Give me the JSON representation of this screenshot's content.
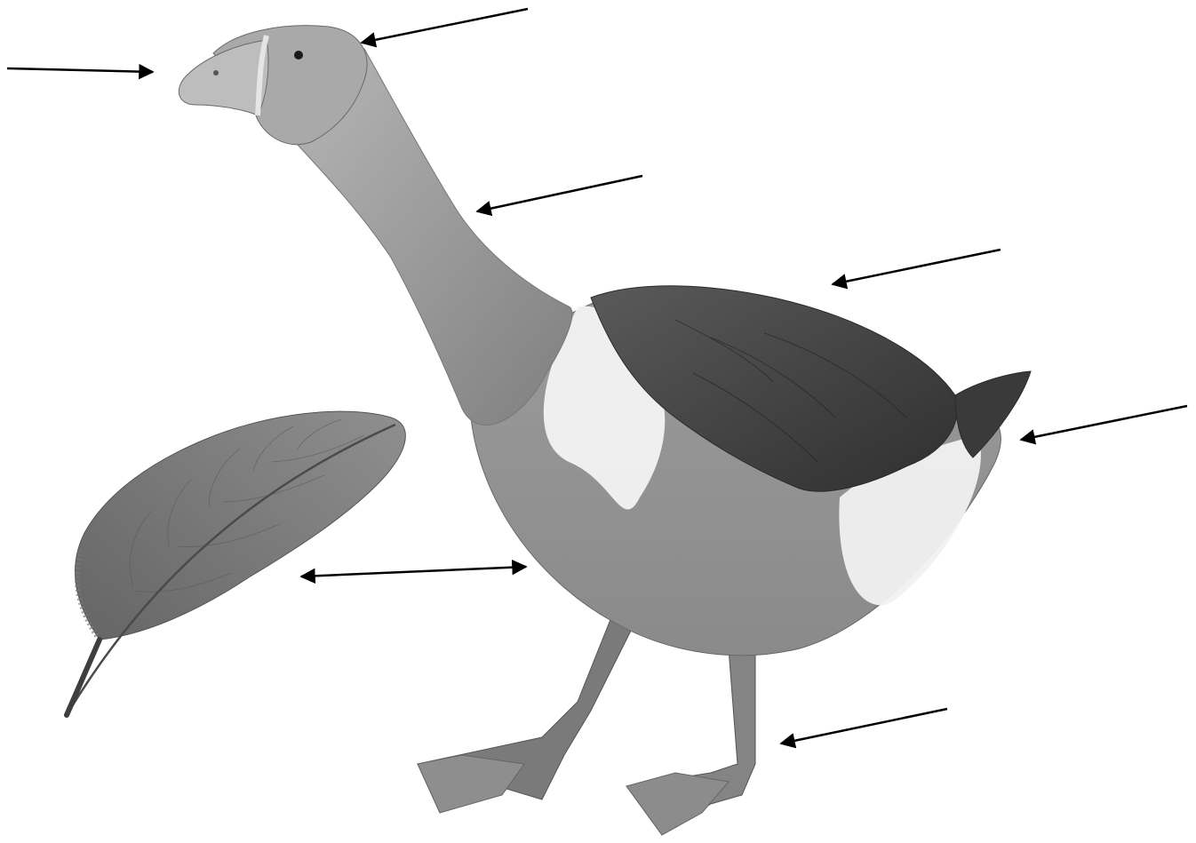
{
  "figure": {
    "subject": "goose",
    "inset": "feather",
    "colors": {
      "background": "#ffffff",
      "arrow": "#000000",
      "body_light": "#efefef",
      "body_mid": "#9a9a9a",
      "body_dark": "#6e6e6e",
      "wing_dark": "#3c3c3c",
      "feather": "#7d7d7d"
    }
  },
  "arrows": [
    {
      "id": "arrow-beak",
      "target": "beak",
      "style": "single-head"
    },
    {
      "id": "arrow-head",
      "target": "head",
      "style": "single-head"
    },
    {
      "id": "arrow-neck",
      "target": "neck",
      "style": "single-head"
    },
    {
      "id": "arrow-wing",
      "target": "wing",
      "style": "single-head"
    },
    {
      "id": "arrow-tail",
      "target": "tail",
      "style": "single-head"
    },
    {
      "id": "arrow-feather-body",
      "target": "body-feathers",
      "style": "double-head"
    },
    {
      "id": "arrow-foot",
      "target": "foot",
      "style": "single-head"
    }
  ]
}
